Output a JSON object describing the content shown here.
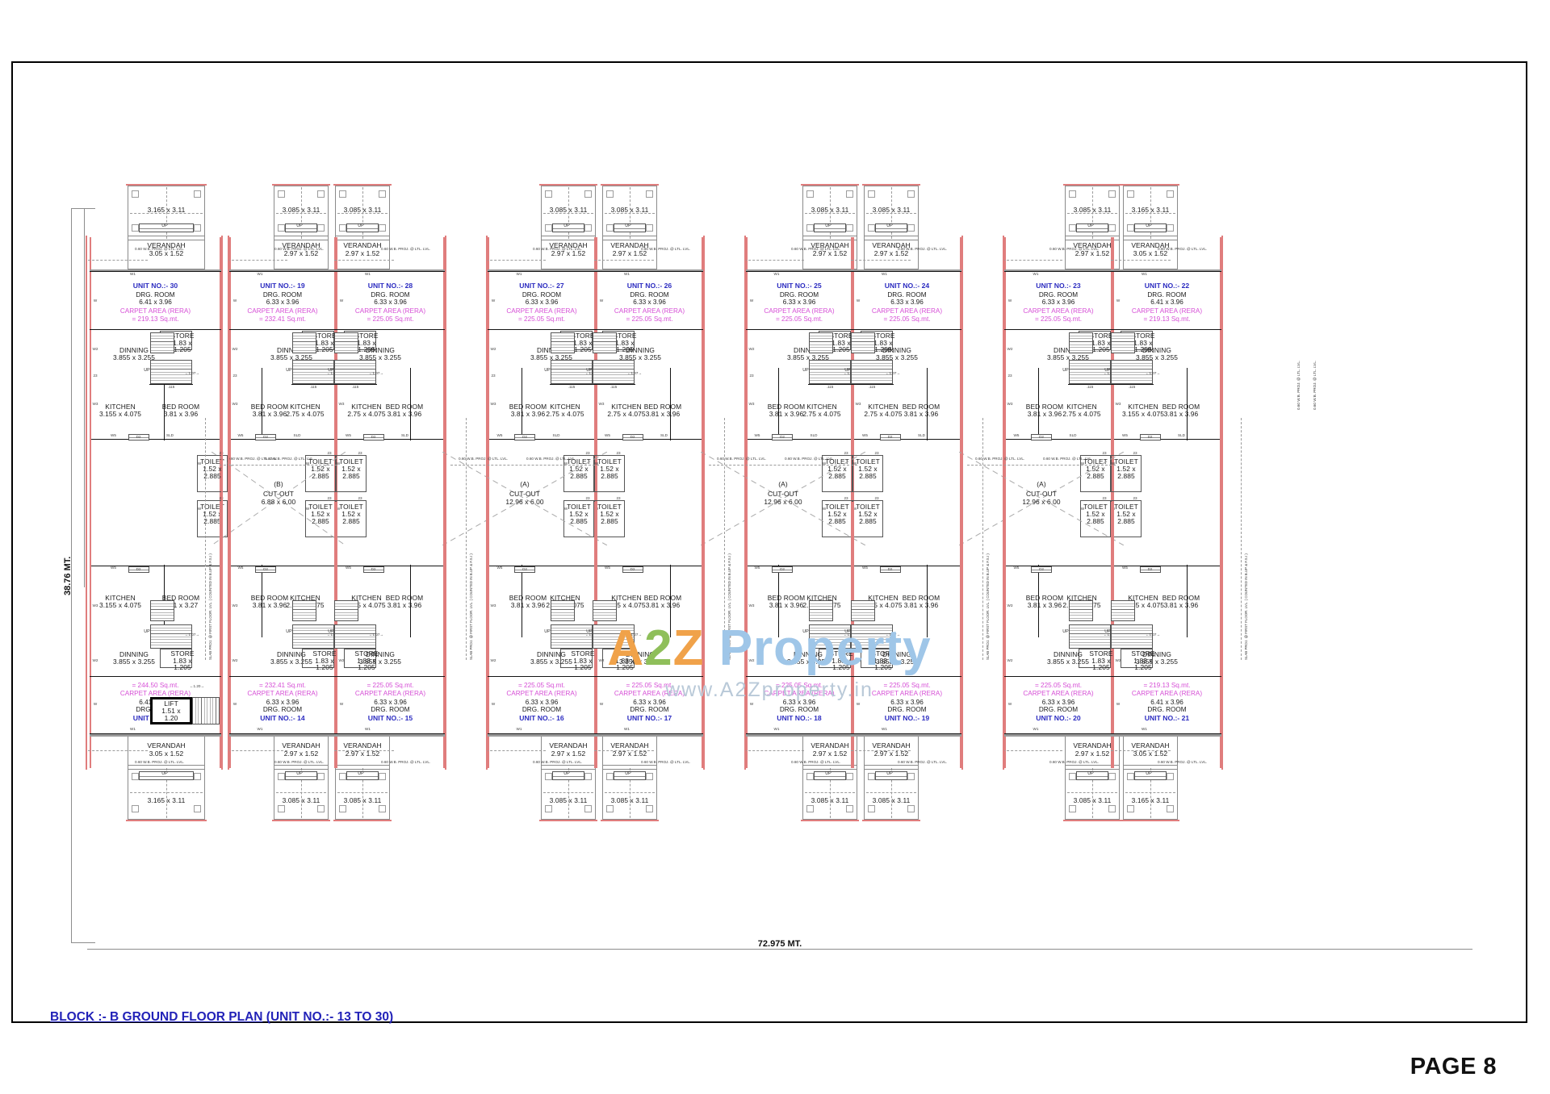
{
  "sheet": {
    "title_prefix": "BLOCK :- B GROUND FLOOR PLAN",
    "title_suffix": "(UNIT NO.:- 13 TO 30)",
    "page_label": "PAGE 8",
    "overall_width": "72.975 MT.",
    "overall_height": "38.76 MT.",
    "accent_unit": "#2b2bc0",
    "accent_carpet": "#d64fd6",
    "accent_wall": "#d98f8f"
  },
  "watermark": {
    "line1_a": "A",
    "line1_2": "2",
    "line1_z": "Z",
    "line1_prop": " Property",
    "line2": "www.A2Zproperty.in"
  },
  "labels": {
    "carpet_area": "CARPET AREA (RERA)",
    "drg_room": "DRG. ROOM",
    "verandah": "VERANDAH",
    "dinning": "DINNING",
    "kitchen": "KITCHEN",
    "bed_room": "BED ROOM",
    "toilet": "TOILET",
    "store": "STORE",
    "cut_out": "CUT-OUT",
    "lift": "LIFT",
    "up": "UP",
    "proj_note": "0.60 W.B. PROJ. @ LTL. LVL.",
    "slab_note": "SLAB PROJ. @ FIRST FLOOR. LVL. ( COUNTED IN B.UP & F.S.I )",
    "stair_dim": "1.07",
    "stair_dim2": "1.20"
  },
  "dims": {
    "verandah_end": "3.05 x 1.52",
    "verandah_mid": "2.97 x 1.52",
    "stair_end": "3.165 x 3.11",
    "stair_mid": "3.085 x 3.11",
    "drg_end": "6.41 x 3.96",
    "drg_mid": "6.33 x 3.96",
    "dinning": "3.855 x 3.255",
    "kitchen_end": "3.155 x 4.075",
    "kitchen_mid": "2.75 x 4.075",
    "bed_room": "3.81 x 3.96",
    "bed_room_13": "3.81 x 3.27",
    "toilet_l1": "1.52 x",
    "toilet_l2": "2.885",
    "store_l1": "1.83 x",
    "store_l2": "1.205",
    "lift_l1": "1.51 x",
    "lift_l2": "1.20",
    "cutout_a": "12.96 x 6.00",
    "cutout_b": "6.88 x 6.00"
  },
  "cutouts": [
    {
      "tag": "(B)",
      "size": "6.88 x 6.00"
    },
    {
      "tag": "(A)",
      "size": "12.96 x 6.00"
    },
    {
      "tag": "(A)",
      "size": "12.96 x 6.00"
    },
    {
      "tag": "(A)",
      "size": "12.96 x 6.00"
    },
    {
      "tag": "(A)",
      "size": "12.96 x 6.00"
    }
  ],
  "units_top": [
    {
      "no": "UNIT NO.:- 30",
      "room": "DRG. ROOM",
      "size": "6.41 x 3.96",
      "carpet": "= 219.13 Sq.mt."
    },
    {
      "no": "UNIT NO.:- 19",
      "room": "DRG. ROOM",
      "size": "6.33 x 3.96",
      "carpet": "= 232.41 Sq.mt."
    },
    {
      "no": "UNIT NO.:- 28",
      "room": "DRG. ROOM",
      "size": "6.33 x 3.96",
      "carpet": "= 225.05 Sq.mt."
    },
    {
      "no": "UNIT NO.:- 27",
      "room": "DRG. ROOM",
      "size": "6.33 x 3.96",
      "carpet": "= 225.05 Sq.mt."
    },
    {
      "no": "UNIT NO.:- 26",
      "room": "DRG. ROOM",
      "size": "6.33 x 3.96",
      "carpet": "= 225.05 Sq.mt."
    },
    {
      "no": "UNIT NO.:- 25",
      "room": "DRG. ROOM",
      "size": "6.33 x 3.96",
      "carpet": "= 225.05 Sq.mt."
    },
    {
      "no": "UNIT NO.:- 24",
      "room": "DRG. ROOM",
      "size": "6.33 x 3.96",
      "carpet": "= 225.05 Sq.mt."
    },
    {
      "no": "UNIT NO.:- 23",
      "room": "DRG. ROOM",
      "size": "6.33 x 3.96",
      "carpet": "= 225.05 Sq.mt."
    },
    {
      "no": "UNIT NO.:- 22",
      "room": "DRG. ROOM",
      "size": "6.41 x 3.96",
      "carpet": "= 219.13 Sq.mt."
    }
  ],
  "units_bottom": [
    {
      "no": "UNIT NO.:- 13",
      "room": "DRG. ROOM",
      "size": "6.41 x 3.96",
      "carpet": "= 244.50 Sq.mt."
    },
    {
      "no": "UNIT NO.:- 14",
      "room": "DRG. ROOM",
      "size": "6.33 x 3.96",
      "carpet": "= 232.41 Sq.mt."
    },
    {
      "no": "UNIT NO.:- 15",
      "room": "DRG. ROOM",
      "size": "6.33 x 3.96",
      "carpet": "= 225.05 Sq.mt."
    },
    {
      "no": "UNIT NO.:- 16",
      "room": "DRG. ROOM",
      "size": "6.33 x 3.96",
      "carpet": "= 225.05 Sq.mt."
    },
    {
      "no": "UNIT NO.:- 17",
      "room": "DRG. ROOM",
      "size": "6.33 x 3.96",
      "carpet": "= 225.05 Sq.mt."
    },
    {
      "no": "UNIT NO.:- 18",
      "room": "DRG. ROOM",
      "size": "6.33 x 3.96",
      "carpet": "= 225.05 Sq.mt."
    },
    {
      "no": "UNIT NO.:- 19",
      "room": "DRG. ROOM",
      "size": "6.33 x 3.96",
      "carpet": "= 225.05 Sq.mt."
    },
    {
      "no": "UNIT NO.:- 20",
      "room": "DRG. ROOM",
      "size": "6.33 x 3.96",
      "carpet": "= 225.05 Sq.mt."
    },
    {
      "no": "UNIT NO.:- 21",
      "room": "DRG. ROOM",
      "size": "6.41 x 3.96",
      "carpet": "= 219.13 Sq.mt."
    }
  ],
  "wall_tags": {
    "w": "W",
    "w1": "W1",
    "w2": "W2",
    "w3": "W3",
    "w5": "W5",
    "d1": "D1",
    "d2": "D2",
    "d3": "D3",
    "sld": "SLD",
    "n23": "23",
    "n115": ".115",
    "n0": "0"
  }
}
